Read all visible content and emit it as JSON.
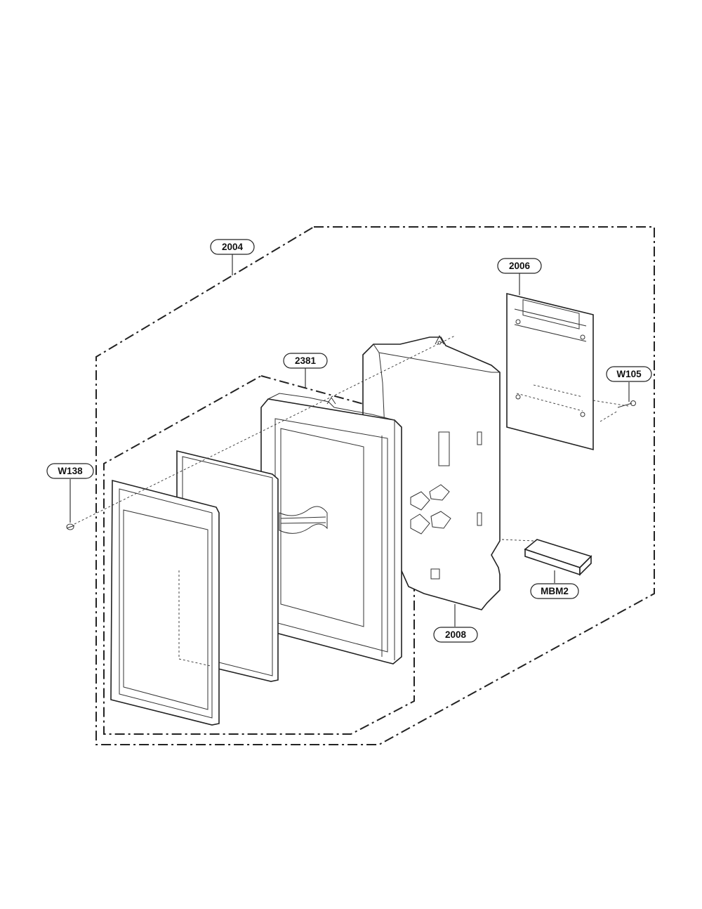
{
  "diagram": {
    "type": "exploded-parts-diagram",
    "callouts": {
      "assembly_outer": "2004",
      "pcb": "2006",
      "frame_assembly": "2381",
      "screw_right": "W105",
      "screw_left": "W138",
      "bracket": "2008",
      "module": "MBM2"
    },
    "colors": {
      "ink": "#222222",
      "paper": "#ffffff"
    }
  }
}
